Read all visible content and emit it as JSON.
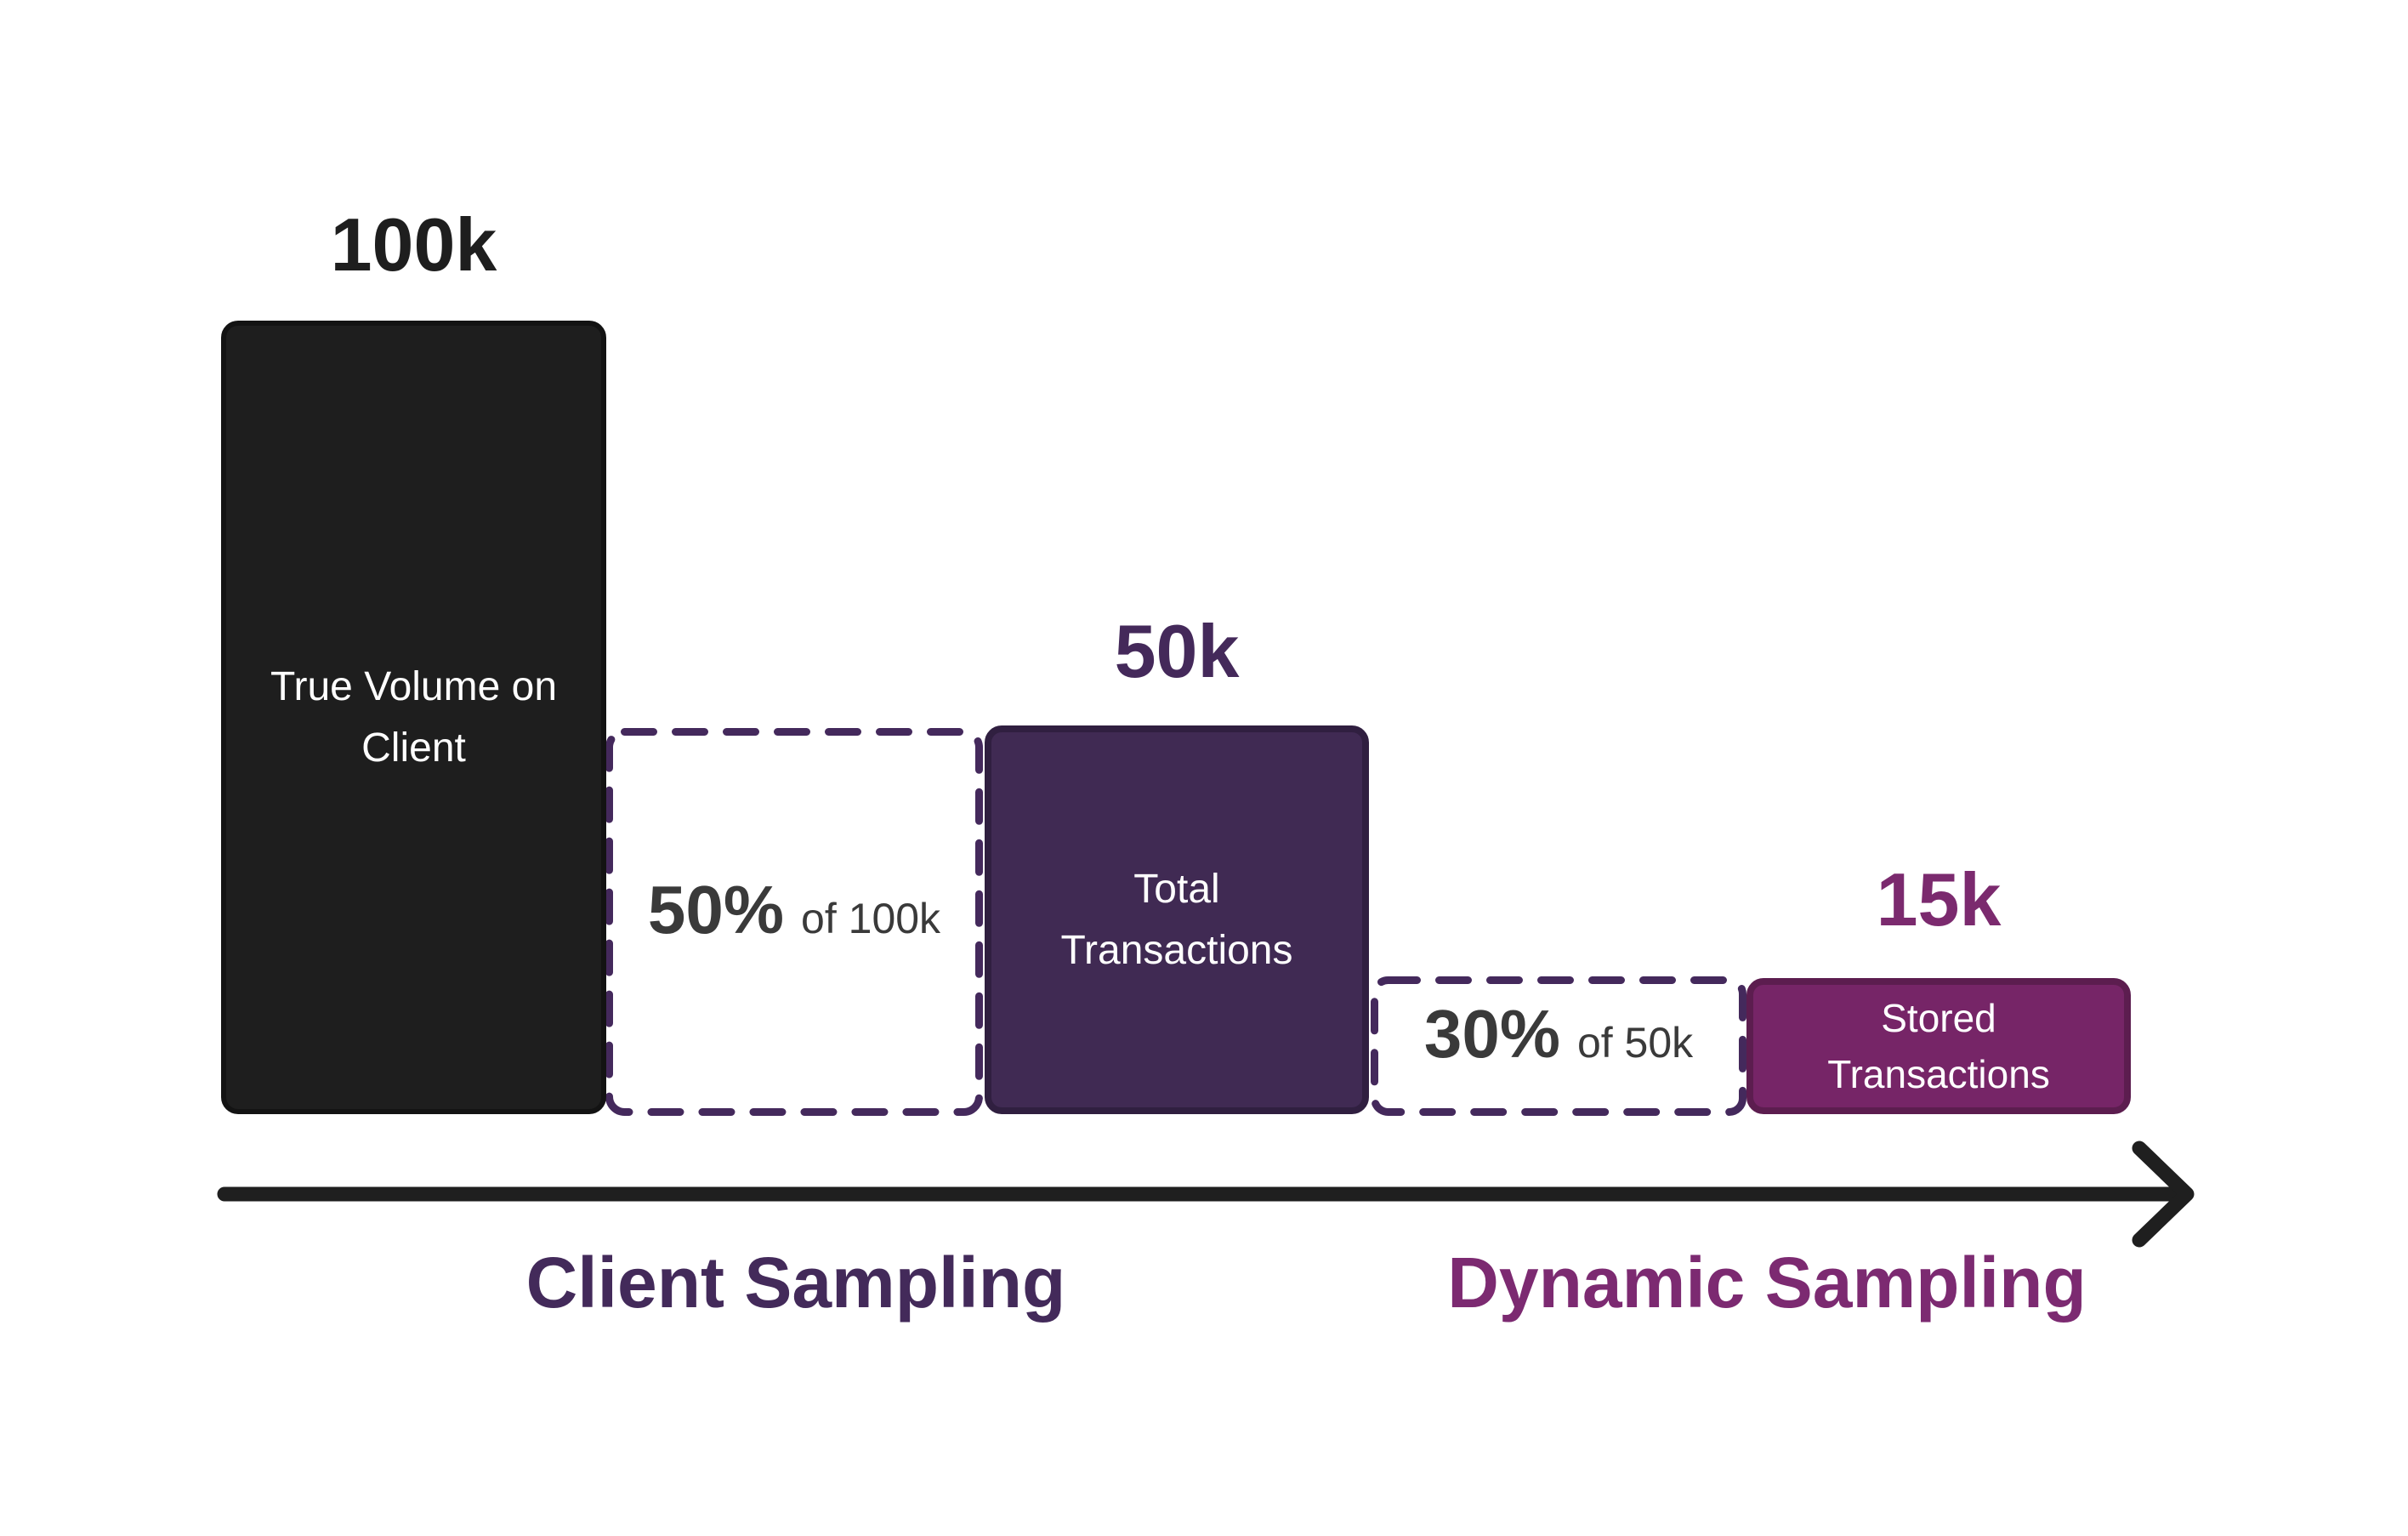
{
  "stages": {
    "true_volume": {
      "value": "100k",
      "label": "True Volume on Client"
    },
    "total_transactions": {
      "value": "50k",
      "label": "Total Transactions"
    },
    "stored_transactions": {
      "value": "15k",
      "label": "Stored Transactions"
    }
  },
  "sampling_steps": {
    "client": {
      "pct": "50%",
      "of": "of 100k"
    },
    "dynamic": {
      "pct": "30%",
      "of": "of 50k"
    }
  },
  "axis": {
    "client_label": "Client Sampling",
    "dynamic_label": "Dynamic Sampling"
  },
  "colors": {
    "background": "#ffffff",
    "black_bar_fill": "#1e1e1e",
    "black_bar_border": "#131313",
    "purple_bar_fill": "#402a53",
    "purple_bar_border": "#301f40",
    "magenta_bar_fill": "#762567",
    "magenta_bar_border": "#5c1d4f",
    "dashed_box_border": "#44295c",
    "arrow": "#1f1f1f",
    "percent_text": "#3a3a3a",
    "value_100k_text": "#1e1e1e",
    "value_50k_text": "#44295a",
    "value_15k_text": "#7b2a6e",
    "client_sampling_text": "#432a5a",
    "dynamic_sampling_text": "#7c2a71",
    "bar_label_text": "#ffffff"
  },
  "chart_data": {
    "type": "bar",
    "title": "",
    "categories": [
      "True Volume on Client",
      "Total Transactions",
      "Stored Transactions"
    ],
    "values": [
      100000,
      50000,
      15000
    ],
    "value_labels": [
      "100k",
      "50k",
      "15k"
    ],
    "sample_rate_annotations": [
      "50% of 100k",
      "30% of 50k"
    ],
    "xlabel_segments": [
      "Client Sampling",
      "Dynamic Sampling"
    ],
    "ylabel": "",
    "legend": "none",
    "grid": false
  }
}
